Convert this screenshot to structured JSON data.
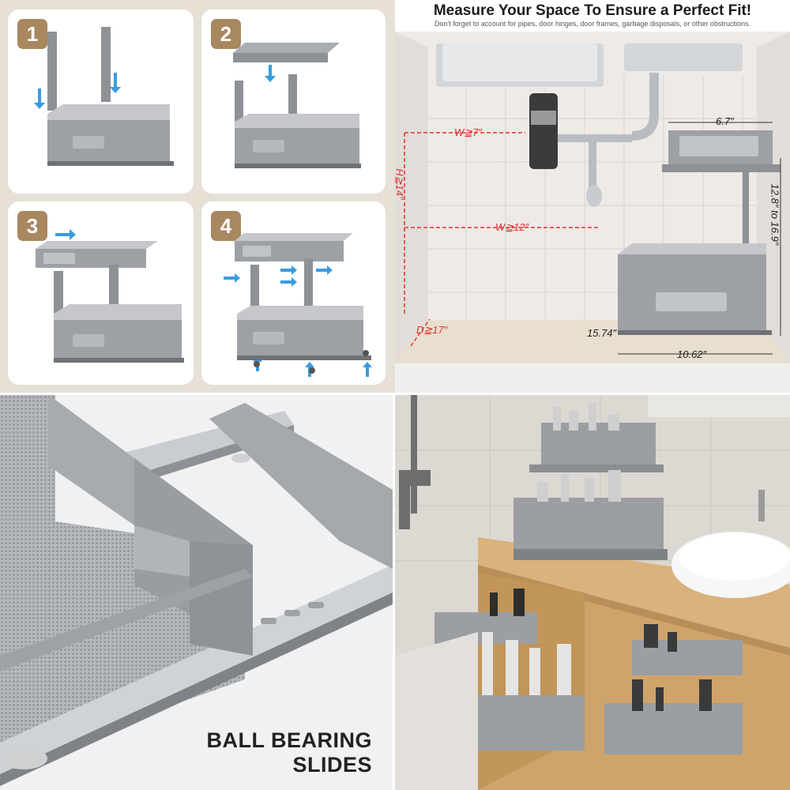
{
  "steps": [
    "1",
    "2",
    "3",
    "4"
  ],
  "measure": {
    "title": "Measure Your Space To Ensure a Perfect Fit!",
    "subtitle": "Don't forget to account for pipes, door hinges, door frames, garbage disposals, or other obstructions.",
    "dims": {
      "w7": "W≧7″",
      "h14": "H≧14″",
      "w12": "W≧12″",
      "d17": "D≧17″",
      "top_width": "6.7″",
      "height_range": "12.8″ to 16.9″",
      "base_depth": "15.74″",
      "base_width": "10.62″"
    }
  },
  "slides": {
    "line1": "BALL BEARING",
    "line2": "SLIDES"
  },
  "colors": {
    "accent": "#a9875f",
    "dimension_red": "#e03131",
    "organizer_gray": "#8e9196"
  }
}
